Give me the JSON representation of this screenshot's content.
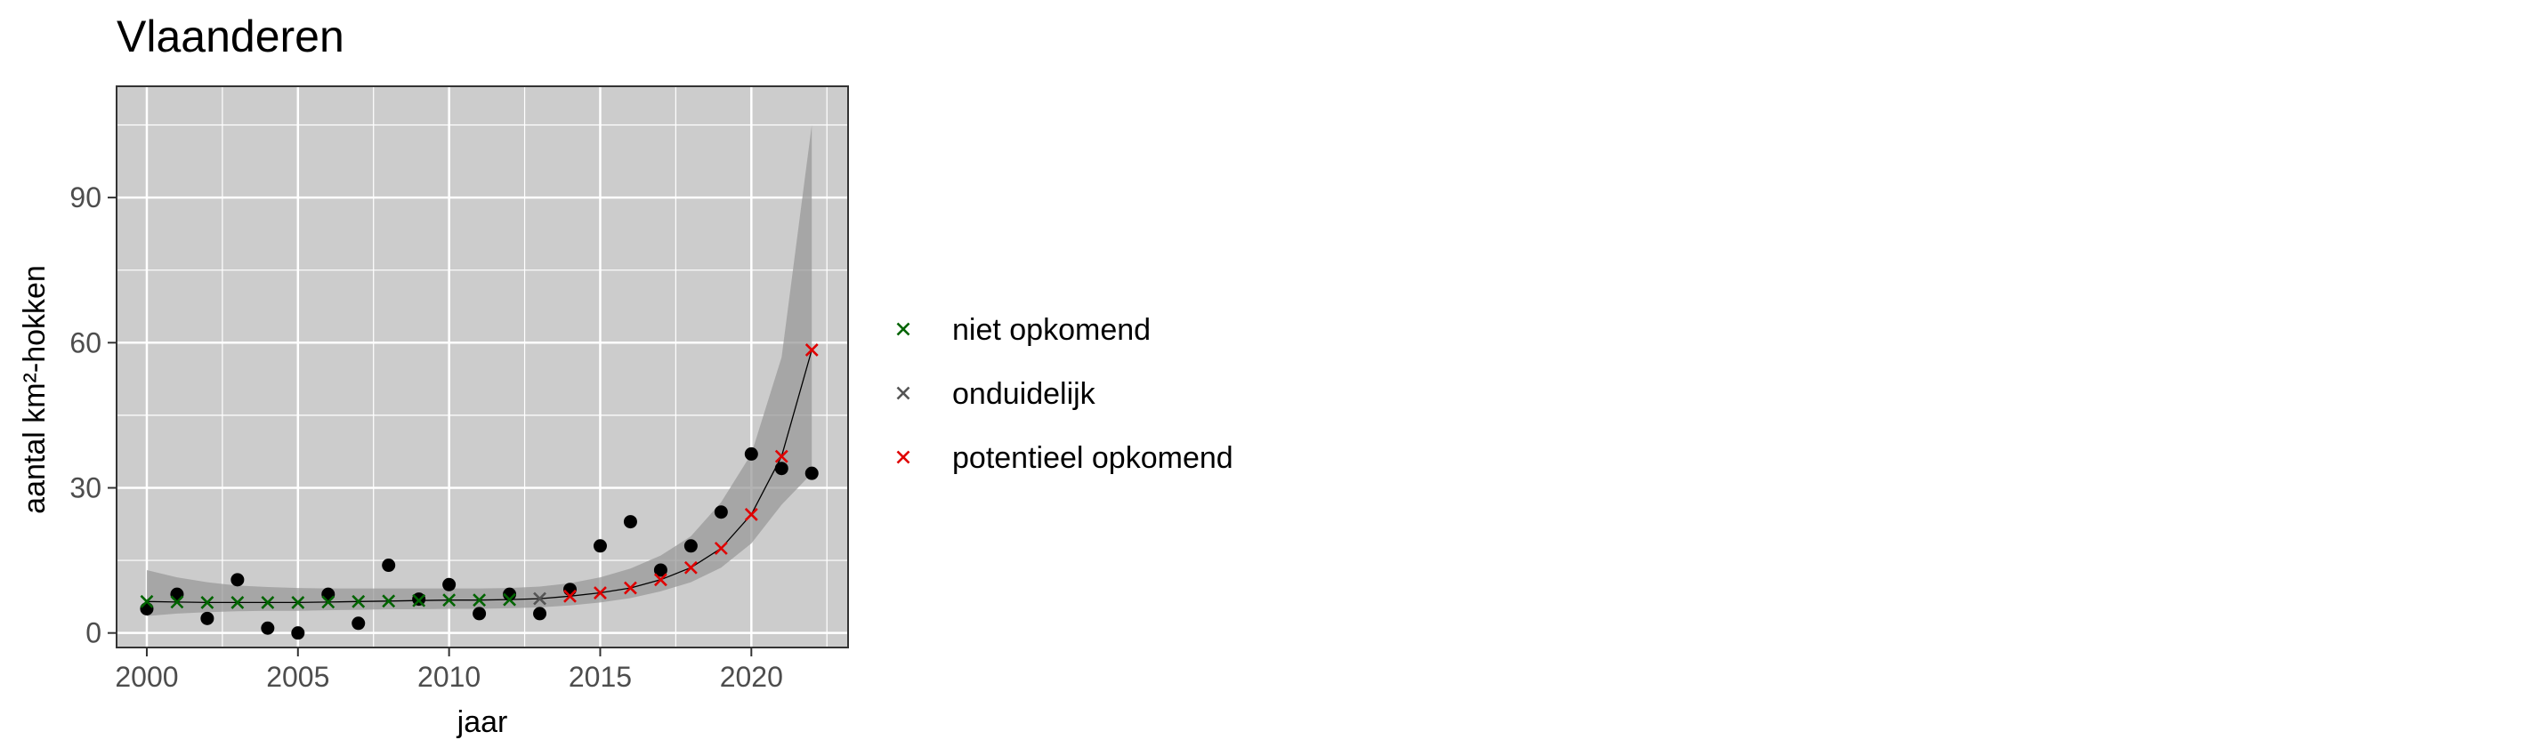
{
  "chart_data": {
    "type": "scatter",
    "title": "Vlaanderen",
    "xlabel": "jaar",
    "ylabel": "aantal km²-hokken",
    "xlim": [
      1999,
      2023.2
    ],
    "ylim": [
      -3,
      113
    ],
    "xticks": [
      2000,
      2005,
      2010,
      2015,
      2020
    ],
    "yticks": [
      0,
      30,
      60,
      90
    ],
    "grid": true,
    "legend_position": "right",
    "observed": {
      "x": [
        2000,
        2001,
        2002,
        2003,
        2004,
        2005,
        2006,
        2007,
        2008,
        2009,
        2010,
        2011,
        2012,
        2013,
        2014,
        2015,
        2016,
        2017,
        2018,
        2019,
        2020,
        2021,
        2022
      ],
      "y": [
        5,
        8,
        3,
        11,
        1,
        0,
        8,
        2,
        14,
        7,
        10,
        4,
        8,
        4,
        9,
        18,
        23,
        13,
        18,
        25,
        37,
        34,
        33
      ]
    },
    "fit": {
      "x": [
        2000,
        2001,
        2002,
        2003,
        2004,
        2005,
        2006,
        2007,
        2008,
        2009,
        2010,
        2011,
        2012,
        2013,
        2014,
        2015,
        2016,
        2017,
        2018,
        2019,
        2020,
        2021,
        2022
      ],
      "y": [
        6.5,
        6.4,
        6.3,
        6.3,
        6.3,
        6.3,
        6.4,
        6.5,
        6.6,
        6.7,
        6.8,
        6.8,
        6.9,
        7.1,
        7.6,
        8.3,
        9.3,
        11,
        13.5,
        17.5,
        24.5,
        36.5,
        58.5
      ],
      "lower": [
        3.5,
        4.0,
        4.3,
        4.5,
        4.6,
        4.6,
        4.7,
        4.8,
        4.9,
        4.9,
        5.0,
        5.0,
        5.1,
        5.3,
        5.7,
        6.3,
        7.2,
        8.6,
        10.5,
        13.5,
        18.5,
        26.5,
        33
      ],
      "upper": [
        13,
        11.5,
        10.5,
        9.8,
        9.5,
        9.3,
        9.2,
        9.2,
        9.2,
        9.2,
        9.2,
        9.2,
        9.3,
        9.6,
        10.3,
        11.5,
        13.3,
        16,
        20,
        27,
        37,
        57,
        105
      ]
    },
    "series": [
      {
        "name": "niet opkomend",
        "color": "#006400",
        "marker": "x",
        "x": [
          2000,
          2001,
          2002,
          2003,
          2004,
          2005,
          2006,
          2007,
          2008,
          2009,
          2010,
          2011,
          2012
        ]
      },
      {
        "name": "onduidelijk",
        "color": "#555555",
        "marker": "x",
        "x": [
          2013
        ]
      },
      {
        "name": "potentieel opkomend",
        "color": "#e00000",
        "marker": "x",
        "x": [
          2014,
          2015,
          2016,
          2017,
          2018,
          2019,
          2020,
          2021,
          2022
        ]
      }
    ],
    "colors": {
      "panel": "#cccccc",
      "grid": "#ffffff",
      "ribbon": "#999999",
      "points": "#000000"
    }
  }
}
